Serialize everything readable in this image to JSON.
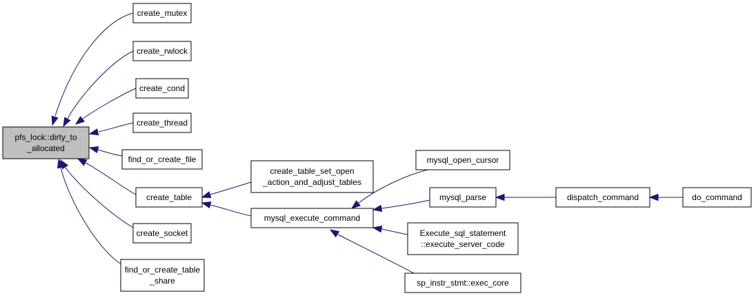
{
  "graph": {
    "nodes": {
      "root": {
        "lines": [
          "pfs_lock::dirty_to",
          "_allocated"
        ]
      },
      "create_mutex": {
        "lines": [
          "create_mutex"
        ]
      },
      "create_rwlock": {
        "lines": [
          "create_rwlock"
        ]
      },
      "create_cond": {
        "lines": [
          "create_cond"
        ]
      },
      "create_thread": {
        "lines": [
          "create_thread"
        ]
      },
      "find_or_create_file": {
        "lines": [
          "find_or_create_file"
        ]
      },
      "create_table": {
        "lines": [
          "create_table"
        ]
      },
      "create_socket": {
        "lines": [
          "create_socket"
        ]
      },
      "find_or_create_table_share": {
        "lines": [
          "find_or_create_table",
          "_share"
        ]
      },
      "create_table_set_open": {
        "lines": [
          "create_table_set_open",
          "_action_and_adjust_tables"
        ]
      },
      "mysql_execute_command": {
        "lines": [
          "mysql_execute_command"
        ]
      },
      "mysql_open_cursor": {
        "lines": [
          "mysql_open_cursor"
        ]
      },
      "mysql_parse": {
        "lines": [
          "mysql_parse"
        ]
      },
      "execute_server_code": {
        "lines": [
          "Execute_sql_statement",
          "::execute_server_code"
        ]
      },
      "exec_core": {
        "lines": [
          "sp_instr_stmt::exec_core"
        ]
      },
      "dispatch_command": {
        "lines": [
          "dispatch_command"
        ]
      },
      "do_command": {
        "lines": [
          "do_command"
        ]
      }
    },
    "edges": [
      [
        "create_mutex",
        "root"
      ],
      [
        "create_rwlock",
        "root"
      ],
      [
        "create_cond",
        "root"
      ],
      [
        "create_thread",
        "root"
      ],
      [
        "find_or_create_file",
        "root"
      ],
      [
        "create_table",
        "root"
      ],
      [
        "create_socket",
        "root"
      ],
      [
        "find_or_create_table_share",
        "root"
      ],
      [
        "create_table_set_open",
        "create_table"
      ],
      [
        "mysql_execute_command",
        "create_table"
      ],
      [
        "mysql_open_cursor",
        "mysql_execute_command"
      ],
      [
        "mysql_parse",
        "mysql_execute_command"
      ],
      [
        "execute_server_code",
        "mysql_execute_command"
      ],
      [
        "exec_core",
        "mysql_execute_command"
      ],
      [
        "dispatch_command",
        "mysql_parse"
      ],
      [
        "do_command",
        "dispatch_command"
      ]
    ]
  }
}
